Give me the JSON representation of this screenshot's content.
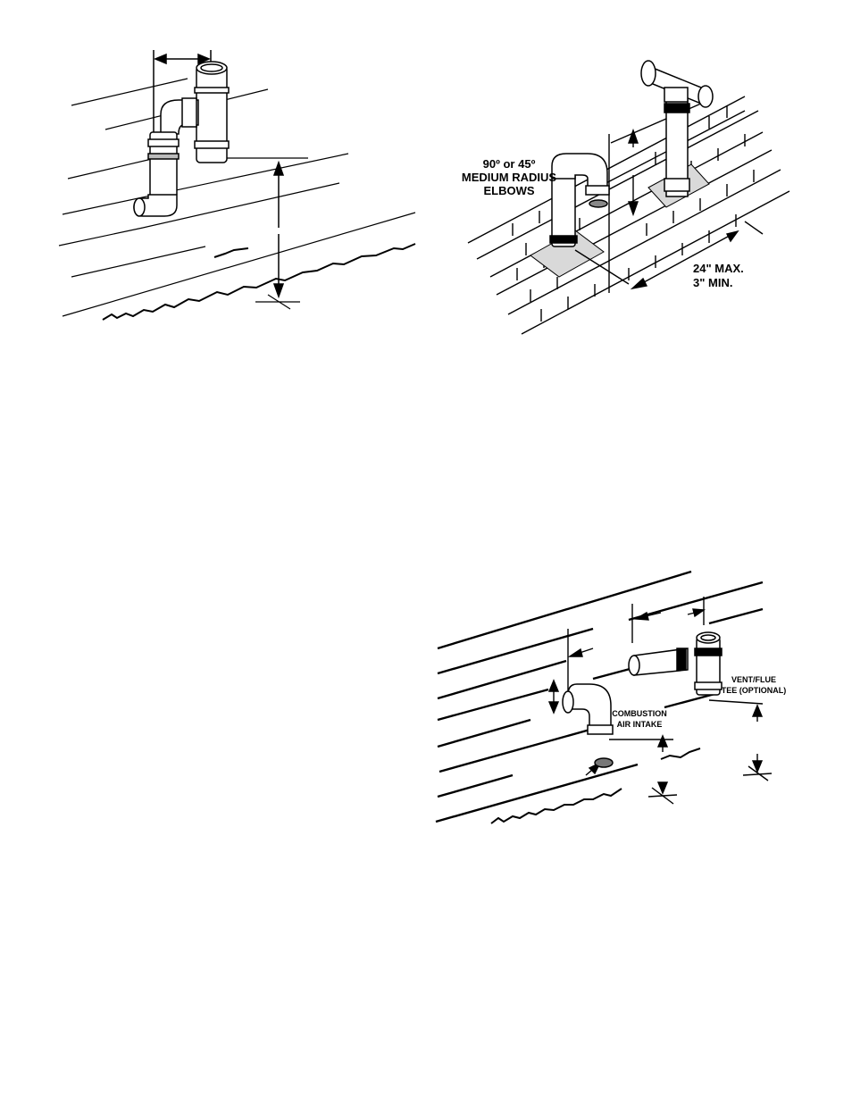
{
  "figure_top_right": {
    "elbow_label_line1": "90º or 45º",
    "elbow_label_line2": "MEDIUM RADIUS",
    "elbow_label_line3": "ELBOWS",
    "spacing_label_line1": "24\" MAX.",
    "spacing_label_line2": "3\" MIN."
  },
  "figure_bottom_right": {
    "tee_label_line1": "VENT/FLUE",
    "tee_label_line2": "TEE (OPTIONAL)",
    "intake_label_line1": "COMBUSTION",
    "intake_label_line2": "AIR INTAKE"
  },
  "colors": {
    "ink": "#000000",
    "flashing": "#d9d9d9",
    "pipe": "#ffffff"
  }
}
